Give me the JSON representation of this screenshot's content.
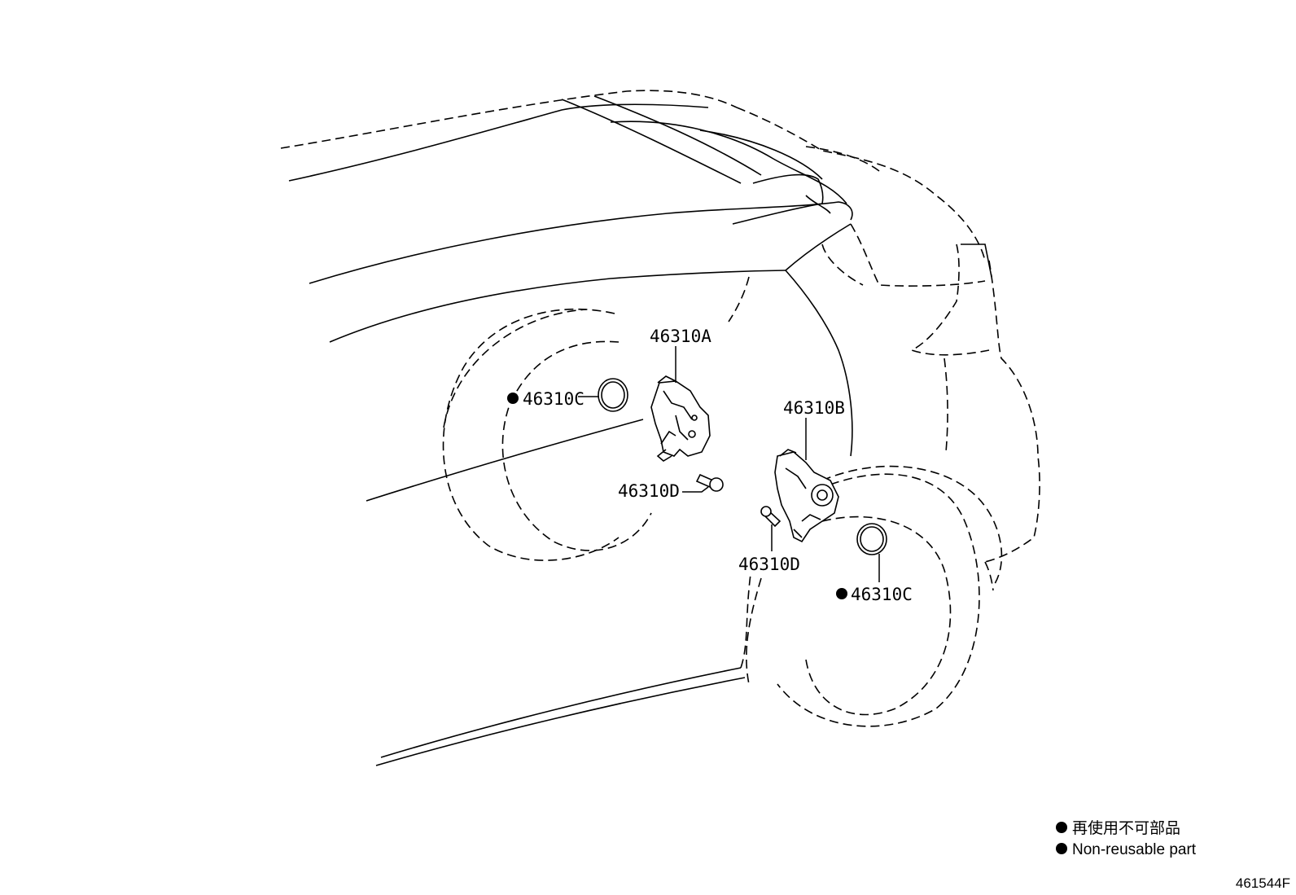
{
  "callouts": {
    "part_a": "46310A",
    "part_b": "46310B",
    "part_c_left": "46310C",
    "part_c_right": "46310C",
    "part_d_left": "46310D",
    "part_d_right": "46310D"
  },
  "legend": {
    "japanese": "再使用不可部品",
    "english": "Non-reusable part"
  },
  "diagram_id": "461544F"
}
